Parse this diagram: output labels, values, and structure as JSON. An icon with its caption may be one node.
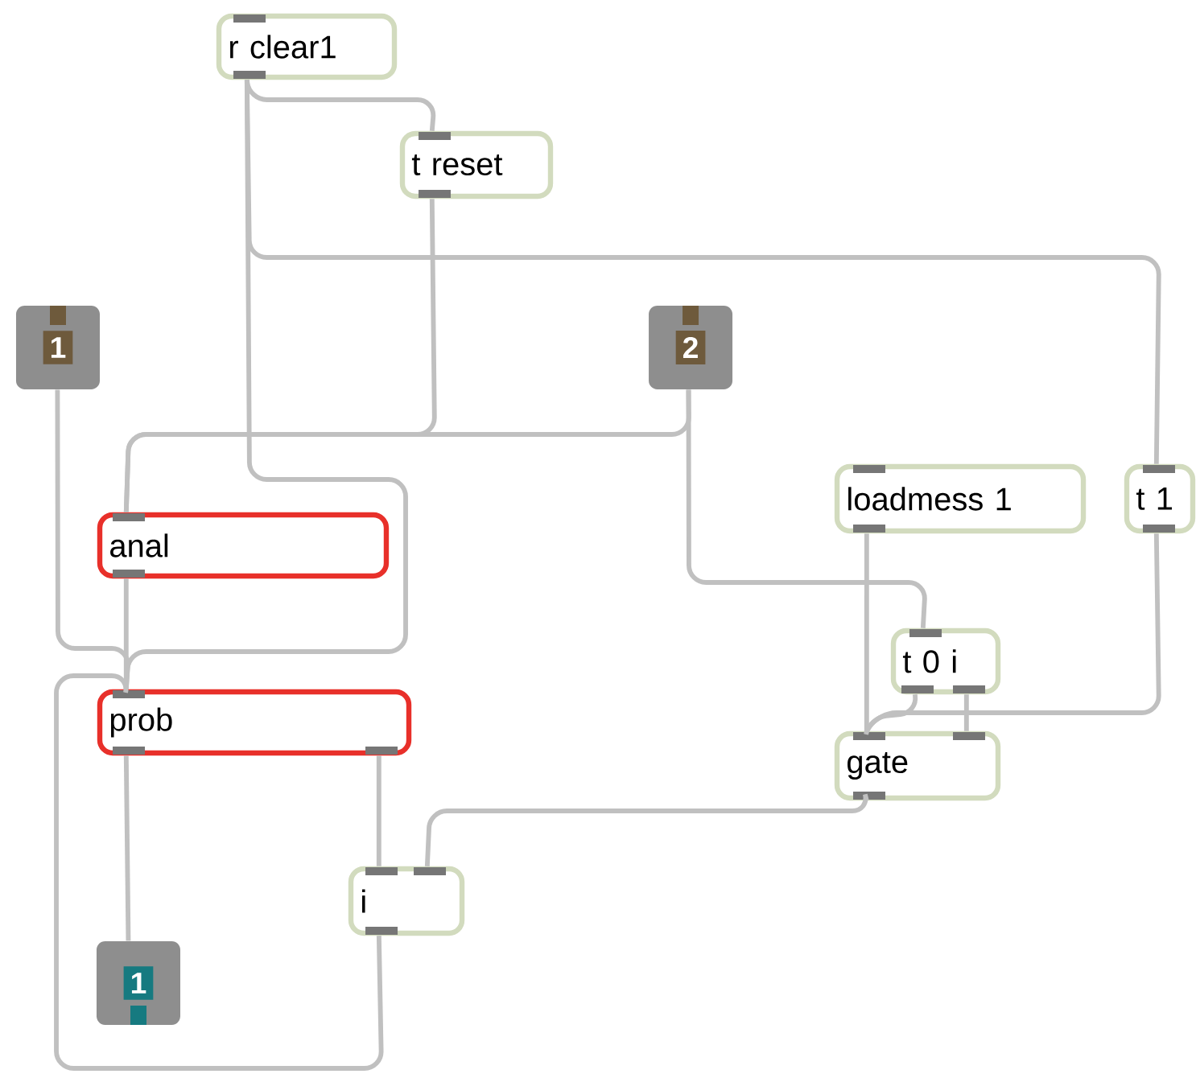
{
  "diagram": {
    "nodes": [
      {
        "text": [
          "r clear1"
        ]
      },
      {
        "text": [
          "t reset"
        ]
      },
      {
        "text": [
          "1"
        ]
      },
      {
        "text": [
          "2"
        ]
      },
      {
        "text": [
          "loadmess 1"
        ]
      },
      {
        "text": [
          "t 1"
        ]
      },
      {
        "text": [
          "anal"
        ]
      },
      {
        "text": [
          "prob"
        ]
      },
      {
        "text": [
          "t 0 i"
        ]
      },
      {
        "text": [
          "gate"
        ]
      },
      {
        "text": [
          "i"
        ]
      },
      {
        "text": [
          "1"
        ]
      }
    ],
    "edges": [
      {
        "from": 0,
        "to": 1,
        "arrow": "none"
      },
      {
        "from": 0,
        "to": 7,
        "arrow": "none"
      },
      {
        "from": 0,
        "to": 5,
        "arrow": "none"
      },
      {
        "from": 1,
        "to": 6,
        "arrow": "none"
      },
      {
        "from": 3,
        "to": 6,
        "arrow": "none"
      },
      {
        "from": 3,
        "to": 8,
        "arrow": "none"
      },
      {
        "from": 2,
        "to": 7,
        "arrow": "none"
      },
      {
        "from": 6,
        "to": 7,
        "arrow": "none"
      },
      {
        "from": 7,
        "to": 11,
        "arrow": "none"
      },
      {
        "from": 7,
        "to": 10,
        "arrow": "none"
      },
      {
        "from": 10,
        "to": 7,
        "arrow": "none"
      },
      {
        "from": 9,
        "to": 10,
        "arrow": "none"
      },
      {
        "from": 4,
        "to": 9,
        "arrow": "none"
      },
      {
        "from": 8,
        "to": 9,
        "arrow": "none"
      },
      {
        "from": 8,
        "to": 9,
        "arrow": "none"
      },
      {
        "from": 5,
        "to": 9,
        "arrow": "none"
      }
    ]
  }
}
